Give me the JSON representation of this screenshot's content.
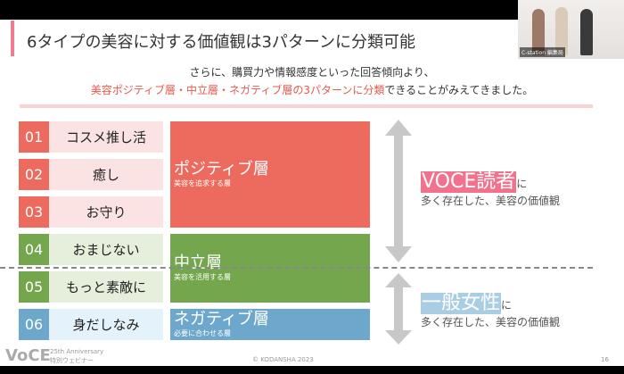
{
  "slide": {
    "title": "6タイプの美容に対する価値観は3パターンに分類可能",
    "subtitle_line1": "さらに、購買力や情報感度といった回答傾向より、",
    "subtitle_line2_highlight": "美容ポジティブ層・中立層・ネガティブ層の3パターンに分類",
    "subtitle_line2_rest": "できることがみえてきました。",
    "types": [
      {
        "num": "01",
        "label": "コスメ推し活"
      },
      {
        "num": "02",
        "label": "癒し"
      },
      {
        "num": "03",
        "label": "お守り"
      },
      {
        "num": "04",
        "label": "おまじない"
      },
      {
        "num": "05",
        "label": "もっと素敵に"
      },
      {
        "num": "06",
        "label": "身だしなみ"
      }
    ],
    "layers": [
      {
        "name": "ポジティブ層",
        "desc": "美容を追求する層"
      },
      {
        "name": "中立層",
        "desc": "美容を活用する層"
      },
      {
        "name": "ネガティブ層",
        "desc": "必要に合わせる層"
      }
    ],
    "voce": {
      "big": "VOCE読者",
      "ni": "に",
      "desc": "多く存在した、美容の価値観"
    },
    "general": {
      "big": "一般女性",
      "ni": "に",
      "desc": "多く存在した、美容の価値観"
    },
    "footer": {
      "logo": "VoCE",
      "anniv1": "25th Anniversary",
      "anniv2": "特別ウェビナー",
      "copyright": "© KODANSHA 2023",
      "page": "16"
    }
  },
  "video": {
    "label": "C-station 編集局"
  },
  "colors": {
    "red": "#ec6b5e",
    "green": "#74a64e",
    "blue": "#6ea7cc",
    "pink": "#f2718c"
  }
}
